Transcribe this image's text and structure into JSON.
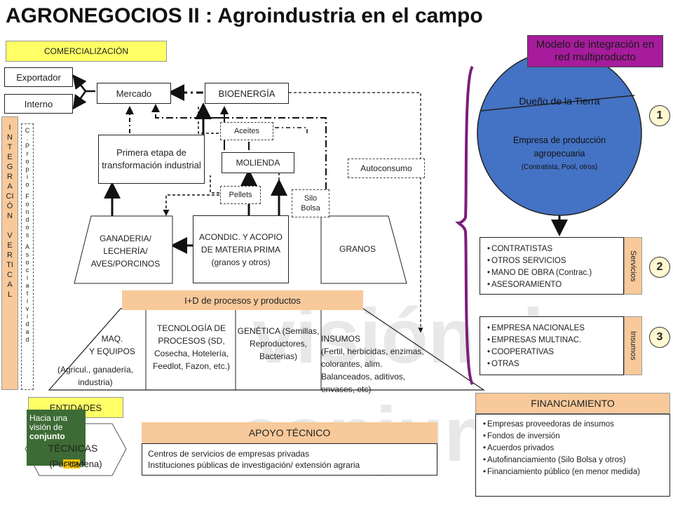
{
  "title": "AGRONEGOCIOS  II : Agroindustria en el campo",
  "modelo": "Modelo de integración en red multiproducto",
  "comercializacion": "COMERCIALIZACIÓN",
  "exportador": "Exportador",
  "interno": "Interno",
  "mercado": "Mercado",
  "bioenergia": "BIOENERGÍA",
  "aceites": "Aceites",
  "molienda": "MOLIENDA",
  "pellets": "Pellets",
  "autoconsumo": "Autoconsumo",
  "silo": "Silo Bolsa",
  "primera_etapa": "Primera etapa de transformación industrial",
  "ganaderia": "GANADERIA/ LECHERÍA/ AVES/PORCINOS",
  "acondic": "ACONDIC. Y ACOPIO DE MATERIA PRIMA (granos y otros)",
  "granos": "GRANOS",
  "integracion_vertical": [
    "I",
    "N",
    "T",
    "E",
    "G",
    "R",
    "A",
    "CI",
    "Ó",
    "N",
    "",
    "V",
    "E",
    "R",
    "TI",
    "C",
    "A",
    "L"
  ],
  "c_propio": [
    "C",
    ".",
    "P",
    "r",
    "o",
    "p",
    "i",
    "o"
  ],
  "fondos": [
    "F",
    "o",
    "n",
    "d",
    "o",
    "s"
  ],
  "asociatividad": [
    "A",
    "s",
    "o",
    "c",
    "i",
    "a",
    "t",
    "i",
    "v",
    "i",
    "d",
    "a",
    "d"
  ],
  "id_procesos": "I+D de procesos y productos",
  "maq": "MAQ.\nY EQUIPOS",
  "maq_sub": "(Agricul., ganadería, industria)",
  "tecnologia": "TECNOLOGÍA DE PROCESOS (SD, Cosecha, Hotelería, Feedlot, Fazon, etc.)",
  "genetica": "GENÉTICA (Semillas, Reproductores, Bacterias)",
  "insumos_text": "INSUMOS\n (Fertil, herbicidas, enzimas, colorantes, alim. Balanceados, aditivos, envases, etc)",
  "entidades": "ENTIDADES",
  "tecnicas": "TÉCNICAS",
  "por_cadena": "(Por cadena)",
  "apoyo": "APOYO TÉCNICO",
  "apoyo_1": "Centros de servicios de empresas privadas",
  "apoyo_2": "Instituciones públicas de investigación/ extensión agraria",
  "dueno": "Dueño de la Tierra",
  "empresa_prod": "Empresa de producción agropecuaria",
  "empresa_prod_sub": "(Contratista, Pool, otros)",
  "servicios_label": "Servicios",
  "servicios": [
    "CONTRATISTAS",
    "OTROS SERVICIOS",
    "MANO DE OBRA (Contrac.)",
    "ASESORAMIENTO"
  ],
  "insumos_label": "Insumos",
  "insumos_list": [
    "EMPRESA NACIONALES",
    "EMPRESAS MULTINAC.",
    "COOPERATIVAS",
    "OTRAS"
  ],
  "financiamiento": "FINANCIAMIENTO",
  "financiamiento_list": [
    "Empresas proveedoras de insumos",
    "Fondos de inversión",
    "Acuerdos privados",
    "Autofinanciamiento (Silo Bolsa y otros)",
    "Financiamiento público (en menor medida)"
  ],
  "num1": "1",
  "num2": "2",
  "num3": "3",
  "wm1": "visión d",
  "wm2": "conjunt",
  "logo_lines": [
    "Hacia una",
    "visión de",
    "conjunto"
  ],
  "logo_small": "CREA"
}
